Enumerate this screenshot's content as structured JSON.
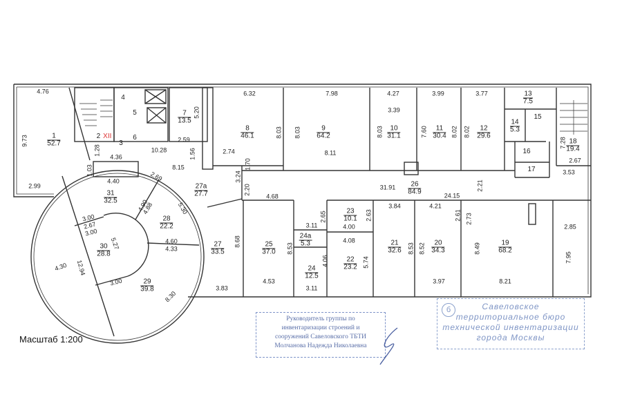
{
  "rooms": [
    {
      "num": "1",
      "area": "52.7"
    },
    {
      "num": "2",
      "area": "",
      "roman": "XII"
    },
    {
      "num": "3",
      "area": ""
    },
    {
      "num": "4",
      "area": ""
    },
    {
      "num": "5",
      "area": ""
    },
    {
      "num": "6",
      "area": ""
    },
    {
      "num": "7",
      "area": "13.5"
    },
    {
      "num": "8",
      "area": "46.1"
    },
    {
      "num": "9",
      "area": "64.2"
    },
    {
      "num": "10",
      "area": "31.1"
    },
    {
      "num": "11",
      "area": "30.4"
    },
    {
      "num": "12",
      "area": "29.6"
    },
    {
      "num": "13",
      "area": "7.5"
    },
    {
      "num": "14",
      "area": "5.3"
    },
    {
      "num": "15",
      "area": ""
    },
    {
      "num": "16",
      "area": ""
    },
    {
      "num": "17",
      "area": ""
    },
    {
      "num": "18",
      "area": "19.4"
    },
    {
      "num": "26",
      "area": "84.9"
    },
    {
      "num": "27a",
      "area": "27.7"
    },
    {
      "num": "31",
      "area": "32.5"
    },
    {
      "num": "28",
      "area": "22.2"
    },
    {
      "num": "30",
      "area": "28.8"
    },
    {
      "num": "29",
      "area": "39.8"
    },
    {
      "num": "27",
      "area": "33.5"
    },
    {
      "num": "25",
      "area": "37.0"
    },
    {
      "num": "24a",
      "area": "5.3"
    },
    {
      "num": "24",
      "area": "12.5"
    },
    {
      "num": "23",
      "area": "10.1"
    },
    {
      "num": "22",
      "area": "23.2"
    },
    {
      "num": "21",
      "area": "32.6"
    },
    {
      "num": "20",
      "area": "34.3"
    },
    {
      "num": "19",
      "area": "68.2"
    }
  ],
  "dimensions": [
    "4.76",
    "9.73",
    "2.99",
    "1.28",
    "4.36",
    "1.03",
    "4.40",
    "2.69",
    "10.28",
    "2.59",
    "5.20",
    "1.56",
    "8.15",
    "2.74",
    "1.70",
    "3.24",
    "2.20",
    "4.68",
    "6.32",
    "8.03",
    "8.03",
    "7.98",
    "8.11",
    "4.27",
    "3.39",
    "8.03",
    "7.60",
    "3.99",
    "8.02",
    "8.02",
    "3.77",
    "7.28",
    "2.67",
    "3.53",
    "31.91",
    "24.15",
    "2.21",
    "4.90",
    "4.88",
    "5.30",
    "3.00",
    "2.67",
    "3.00",
    "5.27",
    "4.60",
    "4.33",
    "12.94",
    "4.30",
    "3.00",
    "8.30",
    "3.83",
    "8.68",
    "4.53",
    "8.53",
    "3.11",
    "2.65",
    "4.00",
    "2.63",
    "4.08",
    "4.06",
    "5.74",
    "3.11",
    "3.84",
    "8.53",
    "4.21",
    "8.52",
    "2.61",
    "2.73",
    "3.97",
    "8.49",
    "8.21",
    "2.85",
    "7.95"
  ],
  "scale_label": "Масштаб 1:200",
  "stamp_left": [
    "Руководитель группы по",
    "инвентаризации строений и",
    "сооружений Савеловского ТБТИ",
    "Молчанова Надежда Николаевна"
  ],
  "stamp_right": {
    "mark": "б",
    "lines": [
      "Савеловское",
      "территориальное бюро",
      "технической инвентаризации",
      "города Москвы"
    ]
  }
}
